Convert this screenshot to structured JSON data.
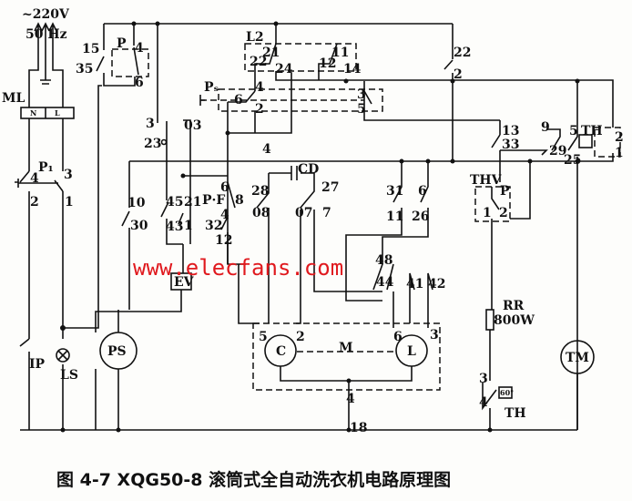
{
  "supply": {
    "voltage": "~220V",
    "frequency": "50 Hz"
  },
  "ml": {
    "label": "ML",
    "n": "N",
    "l": "L"
  },
  "labels": {
    "p1": "P₁",
    "p1_4": "4",
    "p1_3": "3",
    "p1_2": "2",
    "p1_1": "1",
    "ip": "IP",
    "ls": "LS",
    "ps": "PS",
    "tm": "TM",
    "s15": "15",
    "s35": "35",
    "p": "P",
    "p4": "4",
    "p6": "6",
    "l2": "L2",
    "l2_21": "21",
    "l2_22": "22",
    "l2_24": "24",
    "l2_11": "11",
    "l2_12": "12",
    "l2_14": "14",
    "s22": "22",
    "s2": "2",
    "ps_sw": "Pₛ",
    "ps6": "6",
    "ps4": "4",
    "ps2": "2",
    "ps3": "3",
    "ps5": "5",
    "w3": "3",
    "w03": "03",
    "w23": "23",
    "w4": "4",
    "cd": "CD",
    "c28": "28",
    "c27": "27",
    "c08": "08",
    "c07": "07",
    "c7": "7",
    "pf6": "6",
    "pf": "P·F",
    "pf8": "8",
    "pf4": "4",
    "pf32": "32",
    "pf12": "12",
    "s10": "10",
    "s30": "30",
    "s45": "45",
    "s21": "21",
    "s43": "43",
    "s1": "1",
    "s31": "31",
    "s6": "6",
    "s11": "11",
    "s26": "26",
    "s13": "13",
    "s33": "33",
    "s9": "9",
    "s5": "5",
    "th": "TH",
    "s29": "29",
    "s25": "25",
    "th2": "2",
    "th1": "1",
    "thv": "THV",
    "thv_p": "P",
    "thv1": "1",
    "thv2": "2",
    "s48": "48",
    "s44": "44",
    "s41": "41",
    "s42": "42",
    "ev": "EV",
    "rr": "RR",
    "rr_w": "800W",
    "m5": "5",
    "m2": "2",
    "m6": "6",
    "m3": "3",
    "c": "C",
    "m": "M",
    "l": "L",
    "m4": "4",
    "b18": "18",
    "th_3": "3",
    "th_4": "4",
    "th_lower": "TH",
    "th_60": "60°"
  },
  "watermark": "www.elecfans.com",
  "caption": "图 4-7   XQG50-8 滚筒式全自动洗衣机电路原理图"
}
